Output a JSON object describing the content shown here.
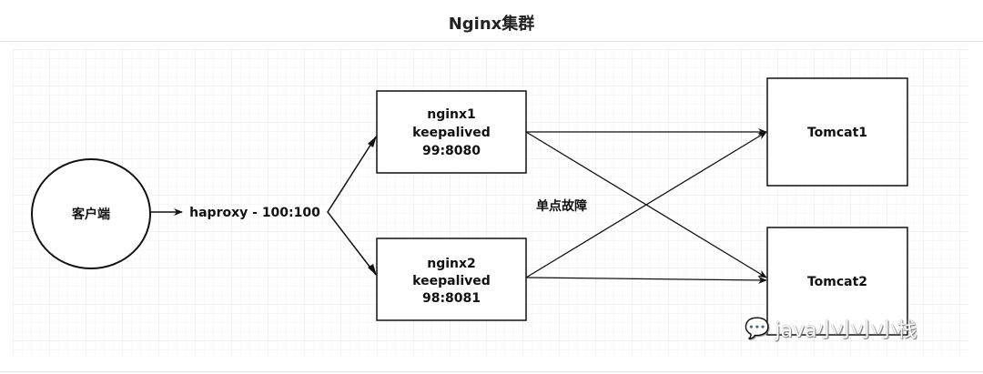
{
  "title": "Nginx集群",
  "diagram": {
    "client": "客户端",
    "haproxy": "haproxy - 100:100",
    "nginx1": [
      "nginx1",
      "keepalived",
      "99:8080"
    ],
    "nginx2": [
      "nginx2",
      "keepalived",
      "98:8081"
    ],
    "tomcat1": "Tomcat1",
    "tomcat2": "Tomcat2",
    "annotation": "单点故障"
  },
  "watermark": "java小小小小栈"
}
